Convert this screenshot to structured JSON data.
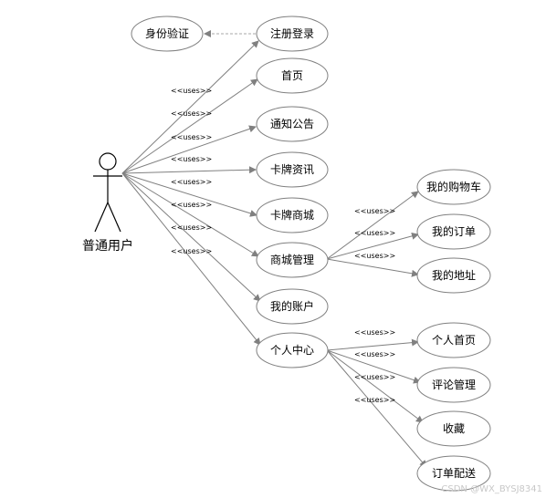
{
  "actor": {
    "label": "普通用户"
  },
  "use_cases": {
    "auth": "身份验证",
    "register_login": "注册登录",
    "home": "首页",
    "notice": "通知公告",
    "card_news": "卡牌资讯",
    "card_mall": "卡牌商城",
    "mall_manage": "商城管理",
    "my_account": "我的账户",
    "personal_center": "个人中心",
    "my_cart": "我的购物车",
    "my_orders": "我的订单",
    "my_address": "我的地址",
    "personal_home": "个人首页",
    "comment_manage": "评论管理",
    "favorites": "收藏",
    "order_delivery": "订单配送"
  },
  "stereotype": "<<uses>>",
  "watermark": "CSDN @WX_BYSJ8341"
}
